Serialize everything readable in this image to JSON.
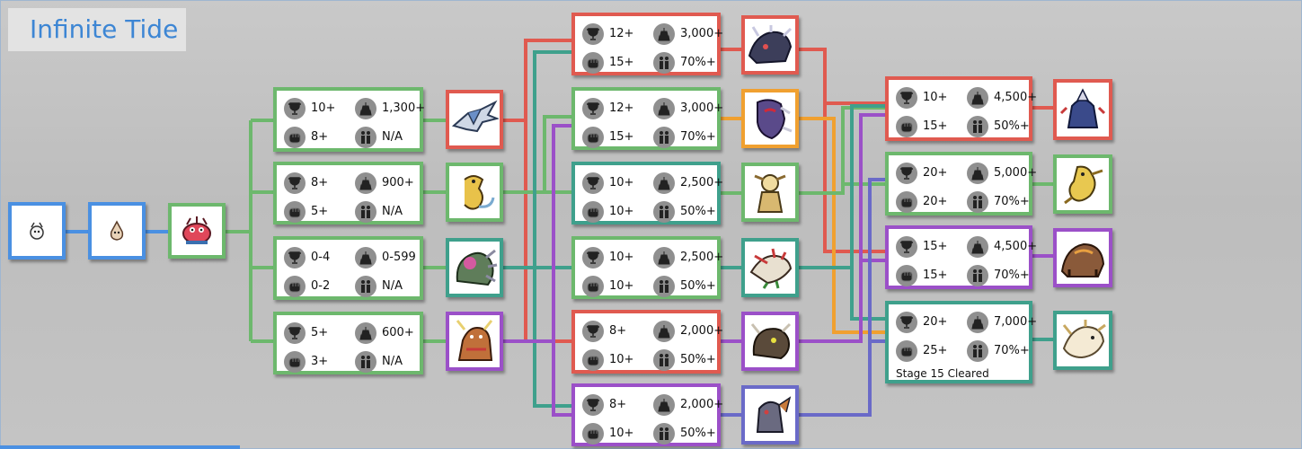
{
  "title": "Infinite Tide",
  "colors": {
    "blue": "#4a90e2",
    "green": "#6db86d",
    "red": "#e05a50",
    "teal": "#3fa08c",
    "purple": "#9b50c8",
    "orange": "#f0a030",
    "indigo": "#6a6ac8"
  },
  "icons": [
    "trophy-icon",
    "level-icon",
    "fist-icon",
    "team-icon"
  ],
  "monster_icons": [
    "digimon-sprite"
  ],
  "cards": [
    {
      "id": "g1",
      "trophy": "10+",
      "level": "1,300+",
      "fist": "8+",
      "team": "N/A",
      "color": "green"
    },
    {
      "id": "g2",
      "trophy": "8+",
      "level": "900+",
      "fist": "5+",
      "team": "N/A",
      "color": "green"
    },
    {
      "id": "g3",
      "trophy": "0-4",
      "level": "0-599",
      "fist": "0-2",
      "team": "N/A",
      "color": "green"
    },
    {
      "id": "g4",
      "trophy": "5+",
      "level": "600+",
      "fist": "3+",
      "team": "N/A",
      "color": "green"
    },
    {
      "id": "m1",
      "trophy": "12+",
      "level": "3,000+",
      "fist": "15+",
      "team": "70%+",
      "color": "red"
    },
    {
      "id": "m2",
      "trophy": "12+",
      "level": "3,000+",
      "fist": "15+",
      "team": "70%+",
      "color": "green"
    },
    {
      "id": "m3",
      "trophy": "10+",
      "level": "2,500+",
      "fist": "10+",
      "team": "50%+",
      "color": "teal"
    },
    {
      "id": "m4",
      "trophy": "10+",
      "level": "2,500+",
      "fist": "10+",
      "team": "50%+",
      "color": "green"
    },
    {
      "id": "m5",
      "trophy": "8+",
      "level": "2,000+",
      "fist": "10+",
      "team": "50%+",
      "color": "red"
    },
    {
      "id": "m6",
      "trophy": "8+",
      "level": "2,000+",
      "fist": "10+",
      "team": "50%+",
      "color": "purple"
    },
    {
      "id": "u1",
      "trophy": "10+",
      "level": "4,500+",
      "fist": "15+",
      "team": "50%+",
      "color": "red"
    },
    {
      "id": "u2",
      "trophy": "20+",
      "level": "5,000+",
      "fist": "20+",
      "team": "70%+",
      "color": "green"
    },
    {
      "id": "u3",
      "trophy": "15+",
      "level": "4,500+",
      "fist": "15+",
      "team": "70%+",
      "color": "purple"
    },
    {
      "id": "u4",
      "trophy": "20+",
      "level": "7,000+",
      "fist": "25+",
      "team": "70%+",
      "color": "teal",
      "note": "Stage 15 Cleared"
    }
  ]
}
